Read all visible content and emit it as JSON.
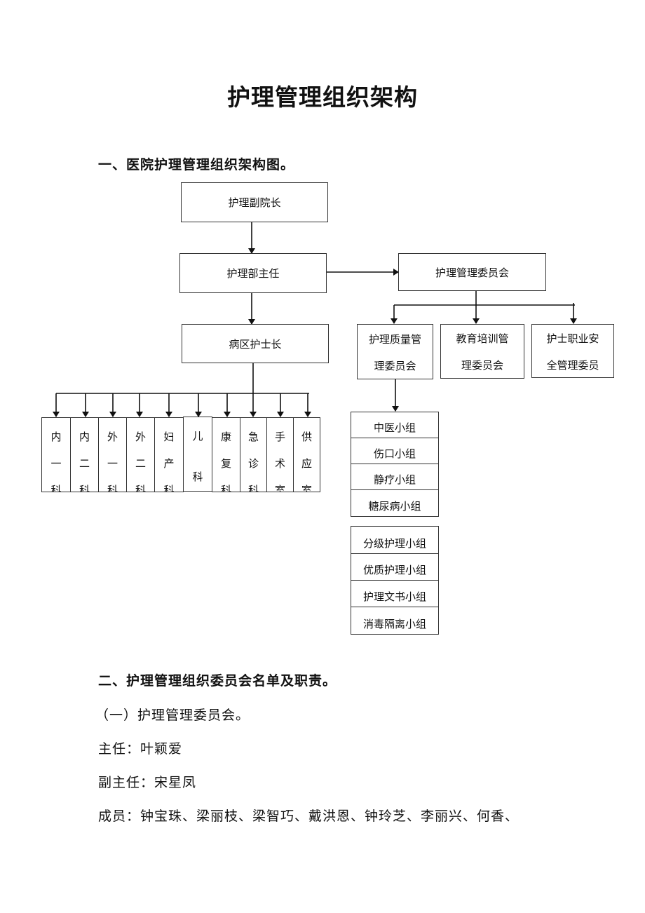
{
  "title": "护理管理组织架构",
  "section1": {
    "heading": "一、医院护理管理组织架构图。"
  },
  "org_chart": {
    "vice_president": "护理副院长",
    "nursing_director": "护理部主任",
    "ward_head_nurse": "病区护士长",
    "nursing_committee": "护理管理委员会",
    "sub_committees": [
      {
        "line1": "护理质量管",
        "line2": "理委员会"
      },
      {
        "line1": "教育培训管",
        "line2": "理委员会"
      },
      {
        "line1": "护士职业安",
        "line2": "全管理委员"
      }
    ],
    "departments": [
      [
        "内",
        "一",
        "科"
      ],
      [
        "内",
        "二",
        "科"
      ],
      [
        "外",
        "一",
        "科"
      ],
      [
        "外",
        "二",
        "科"
      ],
      [
        "妇",
        "产",
        "科"
      ],
      [
        "儿",
        "科"
      ],
      [
        "康",
        "复",
        "科"
      ],
      [
        "急",
        "诊",
        "科"
      ],
      [
        "手",
        "术",
        "室"
      ],
      [
        "供",
        "应",
        "室"
      ]
    ],
    "quality_groups_a": [
      "中医小组",
      "伤口小组",
      "静疗小组",
      "糖尿病小组"
    ],
    "quality_groups_b": [
      "分级护理小组",
      "优质护理小组",
      "护理文书小组",
      "消毒隔离小组"
    ]
  },
  "section2": {
    "heading": "二、护理管理组织委员会名单及职责。",
    "subheading": "（一）护理管理委员会。",
    "director": "主任：叶颖爱",
    "vice_director": "副主任：宋星凤",
    "members": "成员：钟宝珠、梁丽枝、梁智巧、戴洪恩、钟玲芝、李丽兴、何香、"
  }
}
